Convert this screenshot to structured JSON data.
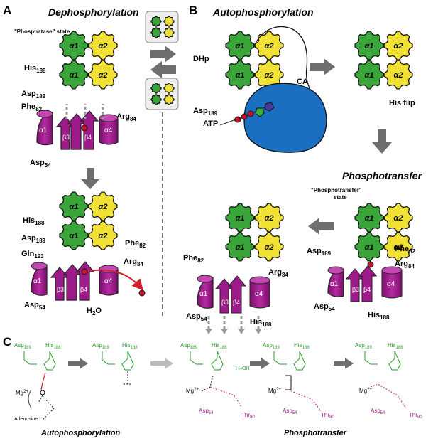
{
  "panel_letters": {
    "a": "A",
    "b": "B",
    "c": "C"
  },
  "titles": {
    "dephosphorylation": "Dephosphorylation",
    "autophosphorylation": "Autophosphorylation",
    "phosphotransfer": "Phosphotransfer"
  },
  "states": {
    "phosphatase": "\"Phosphatase\" state",
    "phosphotransfer_line1": "\"Phosphotransfer\"",
    "phosphotransfer_line2": "state"
  },
  "domain_labels": {
    "alpha1": "α1",
    "alpha2": "α2",
    "alpha4": "α4",
    "beta3": "β3",
    "beta4": "β4",
    "dhp": "DHp",
    "ca": "CA",
    "atp": "ATP"
  },
  "residues": {
    "his188": {
      "base": "His",
      "sub": "188"
    },
    "asp189": {
      "base": "Asp",
      "sub": "189"
    },
    "phe82": {
      "base": "Phe",
      "sub": "82"
    },
    "arg84": {
      "base": "Arg",
      "sub": "84"
    },
    "asp54": {
      "base": "Asp",
      "sub": "54"
    },
    "gln193": {
      "base": "Gln",
      "sub": "193"
    },
    "thr80": {
      "base": "Thr",
      "sub": "80"
    },
    "h2o": {
      "base": "H",
      "sub": "2",
      "tail": "O"
    }
  },
  "labels": {
    "his_flip": "His flip",
    "mg": "Mg",
    "mg_charge": "2+",
    "adenosine": "Adenosine",
    "h_oh": "H–OH"
  },
  "bottom_titles": {
    "left": "Autophosphorylation",
    "right": "Phosphotransfer"
  },
  "colors": {
    "alpha1_green": "#3aa63a",
    "alpha2_yellow": "#f2e135",
    "rr_magenta": "#9c1a8a",
    "ca_blue": "#1b6fc0",
    "arrow_gray": "#6e6e6e",
    "phosphate_red": "#c8102e"
  }
}
